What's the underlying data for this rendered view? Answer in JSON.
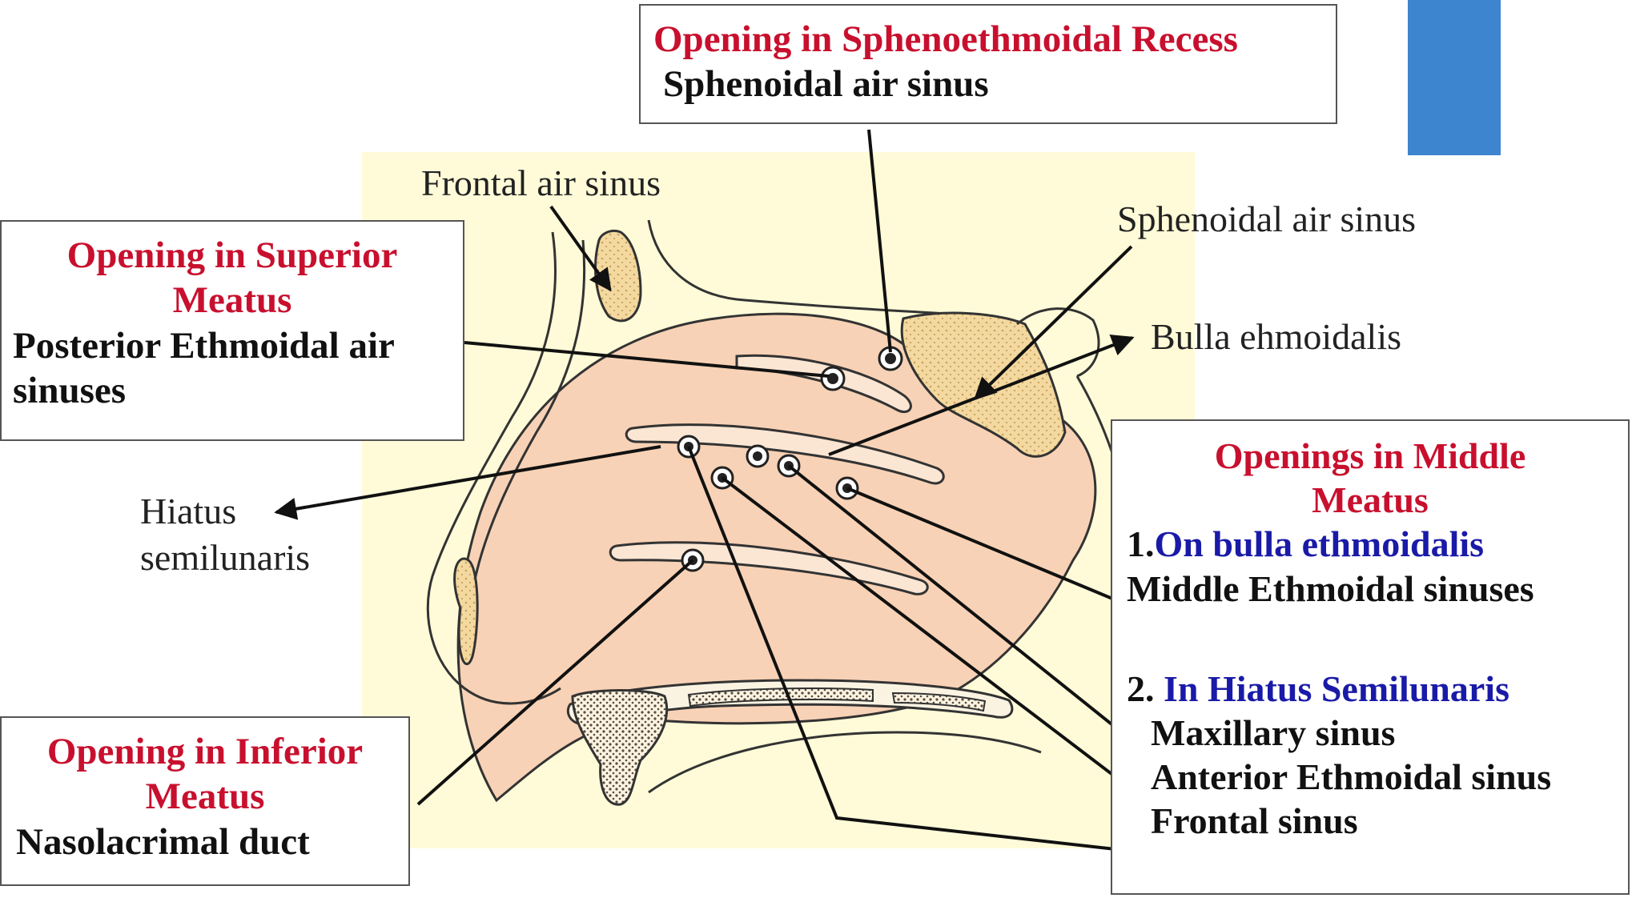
{
  "colors": {
    "heading_red": "#c8102e",
    "item_blue": "#1a1aa8",
    "background_panel": "#fffbd8",
    "tissue_pink": "#f8d2b6",
    "bone_tan": "#f3d9a0",
    "accent_bar": "#3e85cf"
  },
  "boxes": {
    "sphenoethmoidal": {
      "title": "Opening in Sphenoethmoidal Recess",
      "item": "Sphenoidal air sinus"
    },
    "superior": {
      "title_line1": "Opening  in Superior",
      "title_line2": "Meatus",
      "item_line1": "Posterior Ethmoidal air",
      "item_line2": "sinuses"
    },
    "inferior": {
      "title_line1": "Opening  in Inferior",
      "title_line2": "Meatus",
      "item": "Nasolacrimal duct"
    },
    "middle": {
      "title_line1": "Openings in Middle",
      "title_line2": "Meatus",
      "group1_number": "1.",
      "group1_label": "On bulla ethmoidalis",
      "group1_item": "Middle Ethmoidal sinuses",
      "group2_number": "2. ",
      "group2_label": "In Hiatus Semilunaris",
      "group2_items": [
        "Maxillary sinus",
        "Anterior Ethmoidal sinus",
        "Frontal sinus"
      ]
    }
  },
  "labels": {
    "frontal_air_sinus": "Frontal air sinus",
    "sphenoidal_air_sinus": "Sphenoidal air sinus",
    "bulla": "Bulla ehmoidalis",
    "hiatus_line1": "Hiatus",
    "hiatus_line2": "semilunaris"
  }
}
